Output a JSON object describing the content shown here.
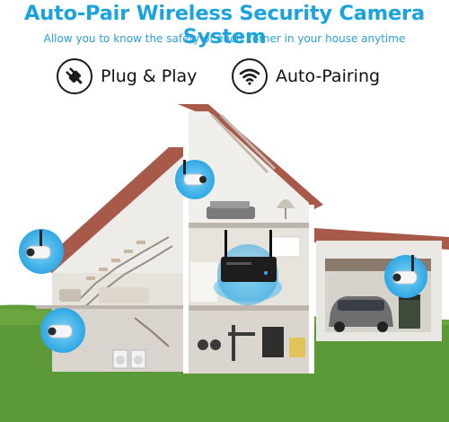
{
  "header": {
    "title": "Auto-Pair Wireless Security Camera System",
    "subtitle": "Allow you to know the safety of each corner in your house anytime"
  },
  "features": [
    {
      "icon": "plug-icon",
      "label": "Plug & Play"
    },
    {
      "icon": "wifi-icon",
      "label": "Auto-Pairing"
    }
  ],
  "colors": {
    "accent": "#1aa3de",
    "roof": "#a85a4a",
    "grass": "#5f9a3b",
    "camera_glow": "#43b7ea",
    "nvr": "#1d1d1d"
  },
  "scene": {
    "cameras": [
      "camera-attic",
      "camera-left-wall",
      "camera-right-garage",
      "camera-basement"
    ],
    "recorder": "nvr-recorder"
  }
}
